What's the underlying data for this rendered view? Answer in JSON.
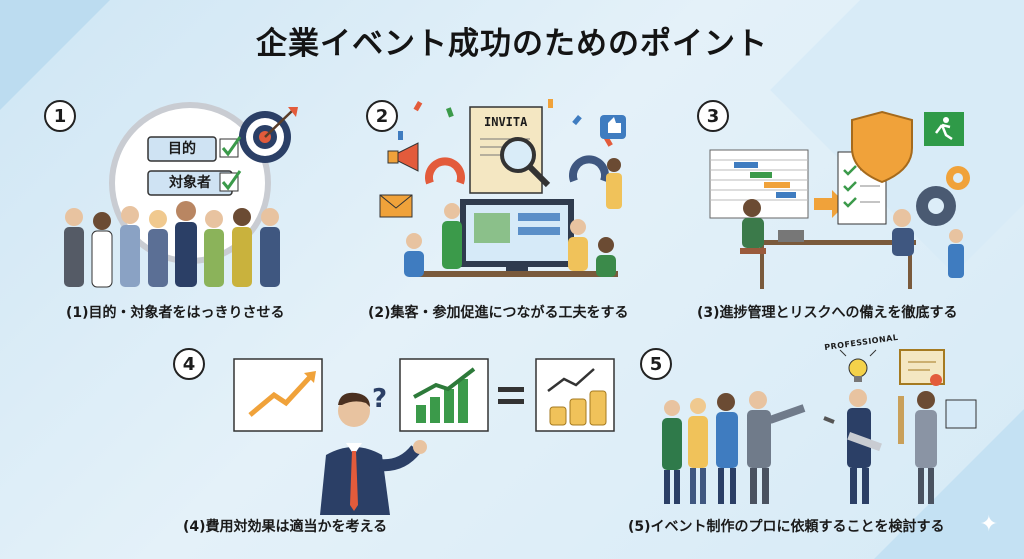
{
  "title": "企業イベント成功のためのポイント",
  "sections": [
    {
      "number": "1",
      "caption": "(1)目的・対象者をはっきりさせる",
      "label_purpose": "目的",
      "label_target": "対象者"
    },
    {
      "number": "2",
      "caption": "(2)集客・参加促進につながる工夫をする",
      "invite_text": "INVITA"
    },
    {
      "number": "3",
      "caption": "(3)進捗管理とリスクへの備えを徹底する"
    },
    {
      "number": "4",
      "caption": "(4)費用対効果は適当かを考える",
      "question_mark": "?"
    },
    {
      "number": "5",
      "caption": "(5)イベント制作のプロに依頼することを検討する",
      "badge_text": "PROFESSIONAL"
    }
  ],
  "colors": {
    "accent_orange": "#f0a23a",
    "accent_green": "#3b9a4a",
    "navy": "#2b3f66",
    "bg": "#dcedf8"
  },
  "icons": [
    "target-icon",
    "checkmark-icon",
    "megaphone-icon",
    "magnet-icon",
    "magnifier-icon",
    "thumbs-up-icon",
    "envelope-icon",
    "shield-icon",
    "exit-sign-icon",
    "gear-icon",
    "clipboard-icon",
    "gantt-chart-icon",
    "growth-chart-icon",
    "coins-icon",
    "lightbulb-icon",
    "certificate-icon"
  ]
}
